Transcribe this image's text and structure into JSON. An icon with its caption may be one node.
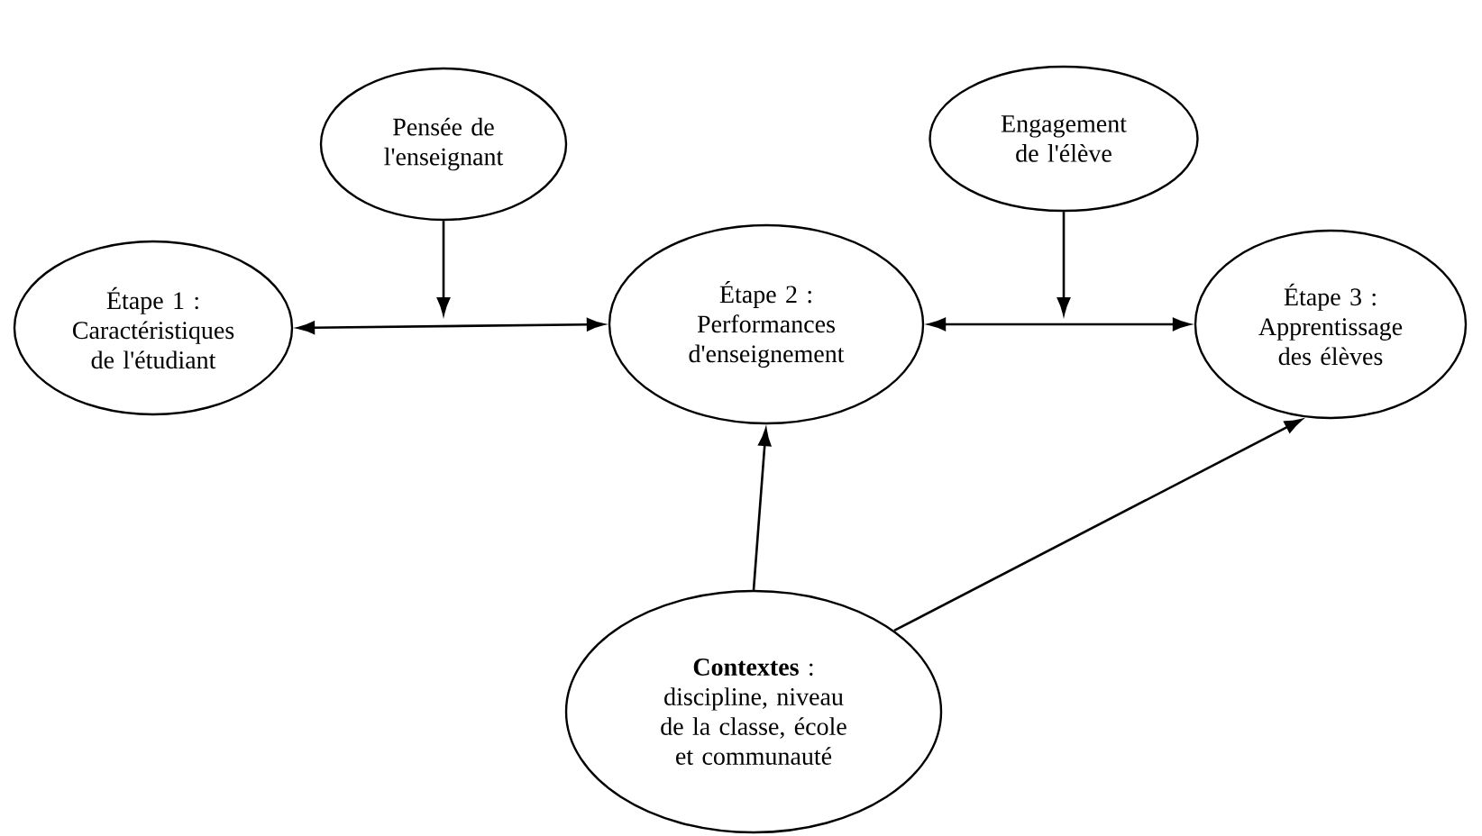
{
  "diagram": {
    "nodes": [
      {
        "text": [
          "Pensée de l'enseignant"
        ]
      },
      {
        "text": [
          "Engagement de l'élève"
        ]
      },
      {
        "text": [
          "Étape 1 : Caractéristiques de l'étudiant"
        ]
      },
      {
        "text": [
          "Étape 2 : Performances d'enseignement"
        ]
      },
      {
        "text": [
          "Étape 3 : Apprentissage des élèves"
        ]
      },
      {
        "text": [
          "**Contextes** : discipline, niveau de la classe, école et communauté"
        ]
      }
    ],
    "edges": [
      {
        "from": 2,
        "to": 3,
        "arrow": "both"
      },
      {
        "from": 0,
        "to": null,
        "arrow": "to"
      },
      {
        "from": 3,
        "to": 4,
        "arrow": "both"
      },
      {
        "from": 1,
        "to": null,
        "arrow": "to"
      },
      {
        "from": 5,
        "to": 3,
        "arrow": "to"
      },
      {
        "from": 5,
        "to": 4,
        "arrow": "to"
      }
    ]
  }
}
